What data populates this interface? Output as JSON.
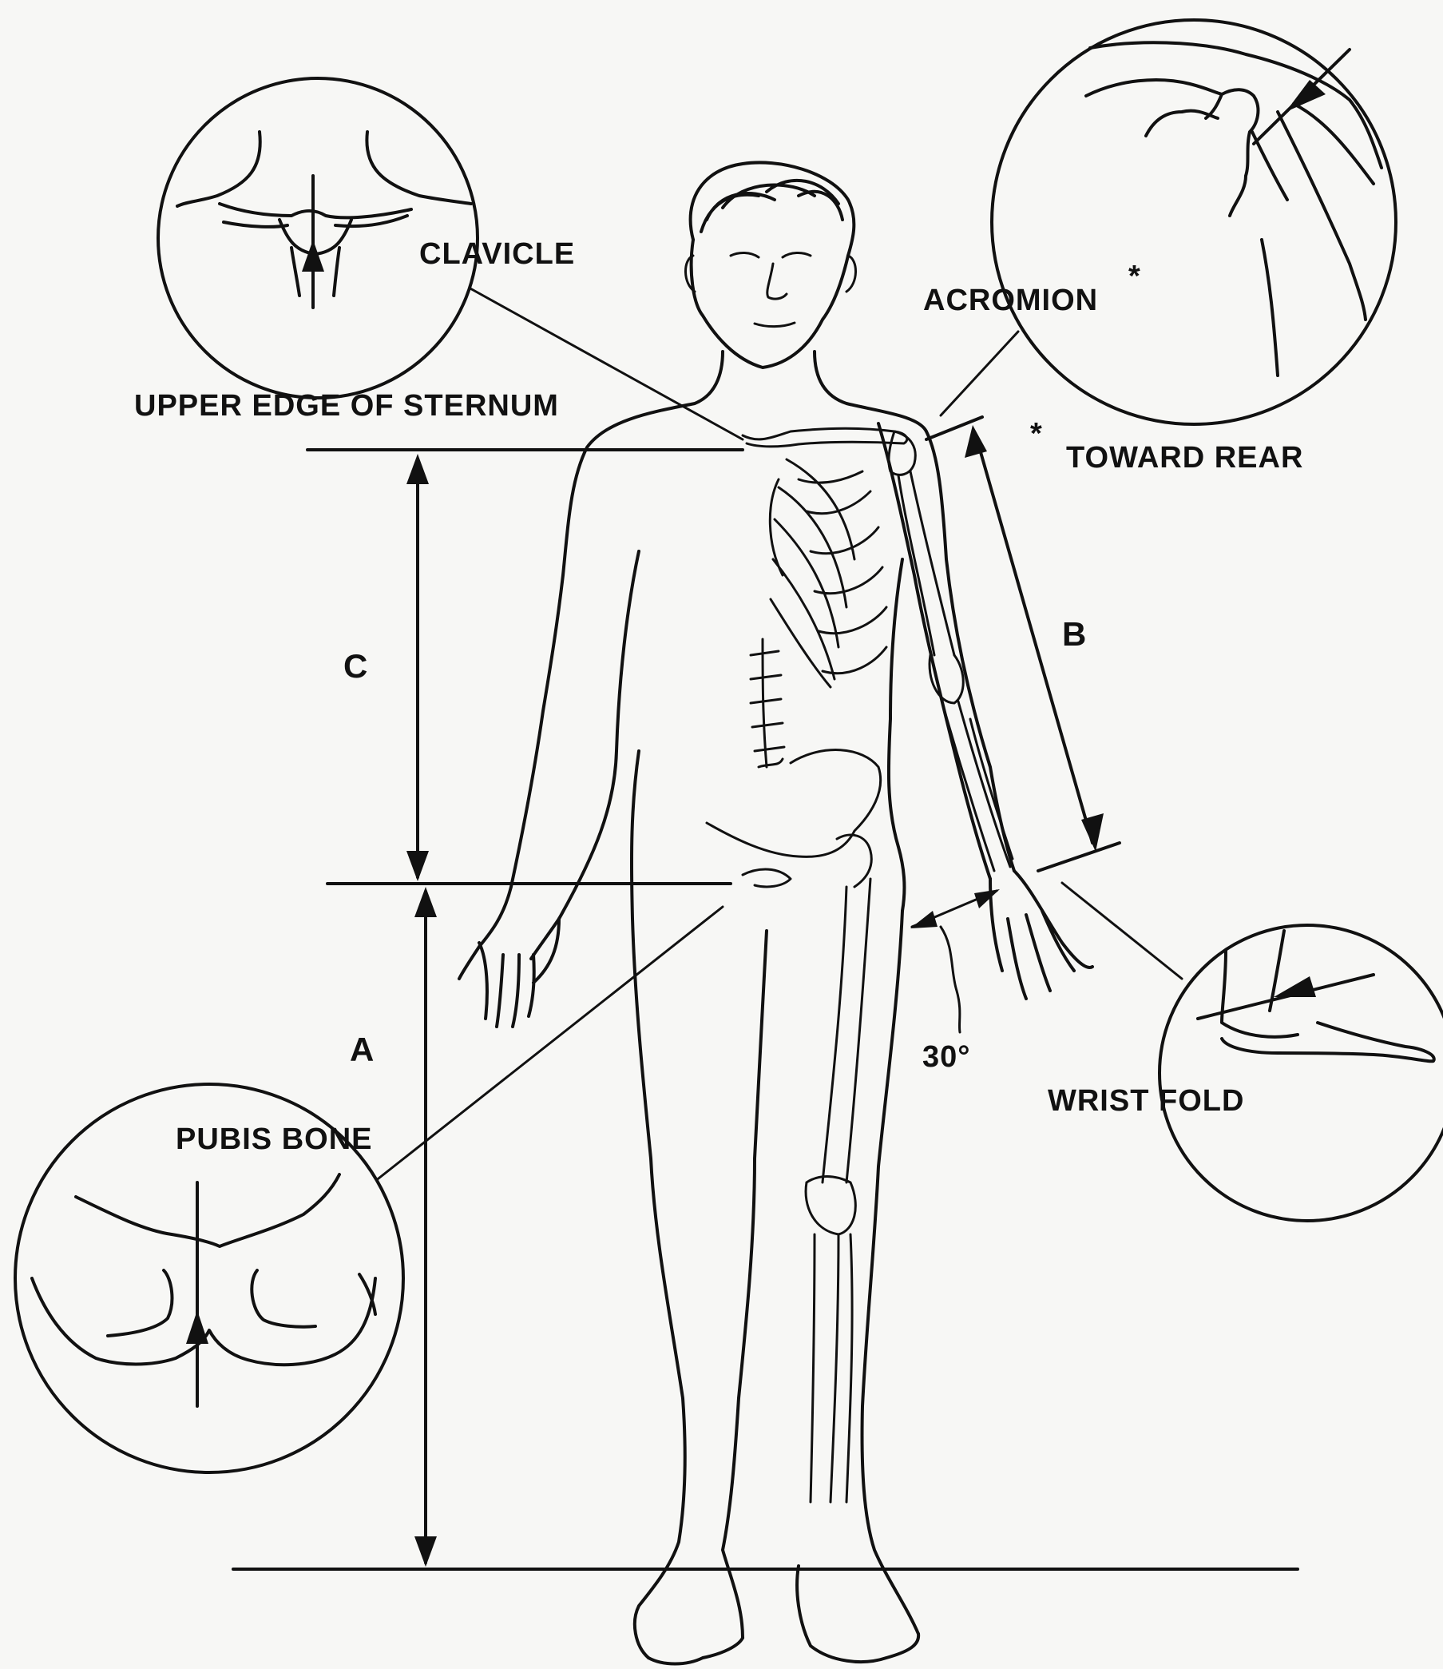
{
  "labels": {
    "clavicle": "CLAVICLE",
    "upper_edge_of_sternum": "UPPER EDGE OF STERNUM",
    "acromion": "ACROMION",
    "acromion_asterisk": "*",
    "toward_rear_asterisk": "*",
    "toward_rear": "TOWARD REAR",
    "b": "B",
    "c": "C",
    "a": "A",
    "thirty_deg": "30°",
    "wrist_fold": "WRIST FOLD",
    "pubis_bone": "PUBIS BONE"
  },
  "colors": {
    "ink": "#111111",
    "paper": "#f7f7f5"
  }
}
